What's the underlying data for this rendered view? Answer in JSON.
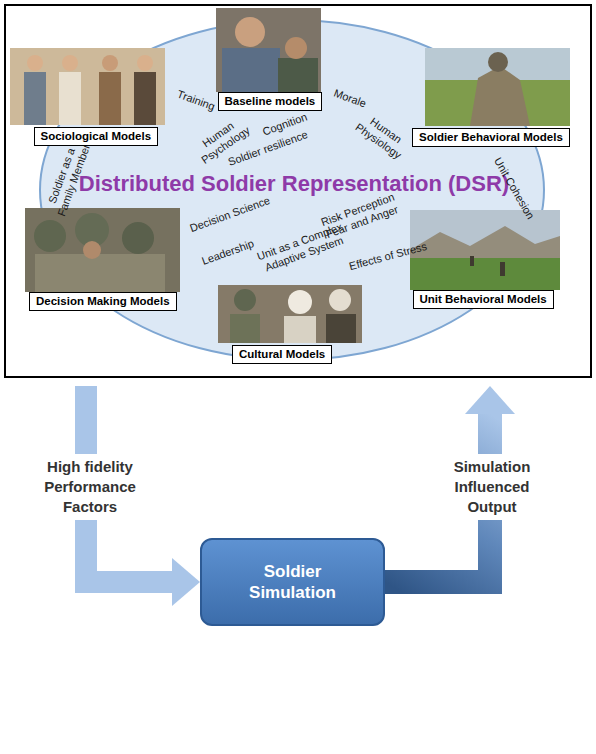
{
  "diagram": {
    "nodes": [
      {
        "text": [
          "Distributed Soldier Representation (DSR)",
          "Training",
          "Human Psychology",
          "Cognition",
          "Soldier resilience",
          "Morale",
          "Human Physiology",
          "Soldier as a Family Member",
          "Decision Science",
          "Risk Perception Fear and Anger",
          "Unit Cohesion",
          "Unit as a Complex Adaptive System",
          "Leadership",
          "Effects of Stress"
        ]
      },
      {
        "text": [
          "Baseline models"
        ],
        "in": 0
      },
      {
        "text": [
          "Sociological Models"
        ],
        "in": 0
      },
      {
        "text": [
          "Soldier Behavioral Models"
        ],
        "in": 0
      },
      {
        "text": [
          "Decision Making Models"
        ],
        "in": 0
      },
      {
        "text": [
          "Unit Behavioral Models"
        ],
        "in": 0
      },
      {
        "text": [
          "Cultural Models"
        ],
        "in": 0
      },
      {
        "text": [
          "Soldier Simulation"
        ]
      }
    ],
    "edges": [
      {
        "from": 0,
        "to": 7,
        "arrow": "to",
        "label": "High fidelity Performance Factors"
      },
      {
        "from": 7,
        "to": 0,
        "arrow": "to",
        "label": "Simulation Influenced Output"
      }
    ]
  }
}
